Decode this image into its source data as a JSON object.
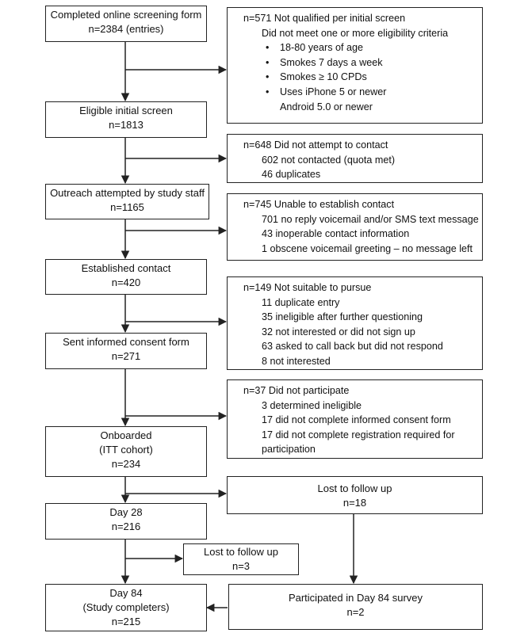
{
  "main_boxes": [
    {
      "id": "screening",
      "lines": [
        "Completed online screening form",
        "n=2384 (entries)"
      ]
    },
    {
      "id": "eligible",
      "lines": [
        "Eligible initial screen",
        "n=1813"
      ]
    },
    {
      "id": "outreach",
      "lines": [
        "Outreach attempted by study staff",
        "n=1165"
      ]
    },
    {
      "id": "contact",
      "lines": [
        "Established contact",
        "n=420"
      ]
    },
    {
      "id": "consent",
      "lines": [
        "Sent informed consent form",
        "n=271"
      ]
    },
    {
      "id": "onboarded",
      "lines": [
        "Onboarded",
        "(ITT cohort)",
        "n=234"
      ]
    },
    {
      "id": "day28",
      "lines": [
        "Day 28",
        "n=216"
      ]
    },
    {
      "id": "day84",
      "lines": [
        "Day 84",
        "(Study completers)",
        "n=215"
      ]
    }
  ],
  "exclusion_boxes": [
    {
      "id": "not-qualified",
      "header": "n=571 Not qualified per initial screen",
      "sub": "Did not meet one or more eligibility criteria",
      "bullets": [
        "18-80 years of age",
        "Smokes 7 days a week",
        "Smokes ≥ 10 CPDs",
        "Uses iPhone 5 or newer"
      ],
      "trailing": "Android 5.0 or newer"
    },
    {
      "id": "no-attempt",
      "header": "n=648 Did not attempt to contact",
      "items": [
        "602 not contacted (quota met)",
        "46 duplicates"
      ]
    },
    {
      "id": "no-contact",
      "header": "n=745 Unable to establish contact",
      "items": [
        "701 no reply voicemail and/or SMS text message",
        "43 inoperable contact information",
        "1 obscene voicemail greeting – no message left"
      ]
    },
    {
      "id": "not-suitable",
      "header": "n=149 Not suitable to pursue",
      "items": [
        "11 duplicate entry",
        "35 ineligible after further questioning",
        "32 not interested or did not sign up",
        "63 asked to call back but did not respond",
        "8 not interested"
      ]
    },
    {
      "id": "not-participate",
      "header": "n=37 Did not participate",
      "items": [
        "3 determined ineligible",
        "17 did not complete informed consent form",
        "17 did not complete registration required for participation"
      ]
    }
  ],
  "followup_boxes": [
    {
      "id": "lost-1",
      "lines": [
        "Lost to follow up",
        "n=18"
      ]
    },
    {
      "id": "lost-2",
      "lines": [
        "Lost to follow up",
        "n=3"
      ]
    },
    {
      "id": "participated-84",
      "lines": [
        "Participated in Day 84 survey",
        "n=2"
      ]
    }
  ]
}
